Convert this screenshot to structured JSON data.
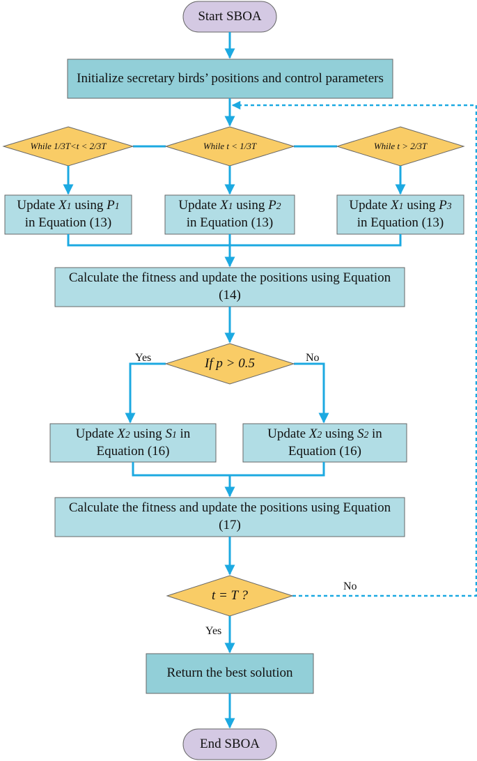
{
  "start": "Start SBOA",
  "init": "Initialize secretary birds’ positions and control parameters",
  "conditions": {
    "left": "While 1/3T<t < 2/3T",
    "middle": "While t < 1/3T",
    "right": "While t > 2/3T"
  },
  "updates_x1": {
    "left": {
      "prefix": "Update ",
      "var": "X",
      "var_sub": "1",
      "mid": " using ",
      "param": "P",
      "param_sub": "1",
      "line2": "in Equation (13)"
    },
    "middle": {
      "prefix": "Update ",
      "var": "X",
      "var_sub": "1",
      "mid": " using ",
      "param": "P",
      "param_sub": "2",
      "line2": "in Equation (13)"
    },
    "right": {
      "prefix": "Update ",
      "var": "X",
      "var_sub": "1",
      "mid": " using ",
      "param": "P",
      "param_sub": "3",
      "line2": "in Equation (13)"
    }
  },
  "fitness1": "Calculate the fitness and update the positions using Equation (14)",
  "decision_p": "If p > 0.5",
  "yes_label": "Yes",
  "no_label": "No",
  "updates_x2": {
    "left": {
      "prefix": "Update ",
      "var": "X",
      "var_sub": "2",
      "mid": " using ",
      "param": "S",
      "param_sub": "1",
      "line1_end": " in",
      "line2": "Equation (16)"
    },
    "right": {
      "prefix": "Update ",
      "var": "X",
      "var_sub": "2",
      "mid": " using ",
      "param": "S",
      "param_sub": "2",
      "line1_end": " in",
      "line2": "Equation (16)"
    }
  },
  "fitness2": "Calculate the fitness and update the positions using Equation (17)",
  "decision_t": "t = T ?",
  "loop_no_label": "No",
  "loop_yes_label": "Yes",
  "return": "Return the best solution",
  "end": "End SBOA",
  "colors": {
    "terminal_fill": "#d4c9e3",
    "process_fill": "#92cfd8",
    "process_light_fill": "#b1dde5",
    "decision_fill": "#f9cc66",
    "arrow": "#1ca9e1",
    "border": "#666666"
  }
}
